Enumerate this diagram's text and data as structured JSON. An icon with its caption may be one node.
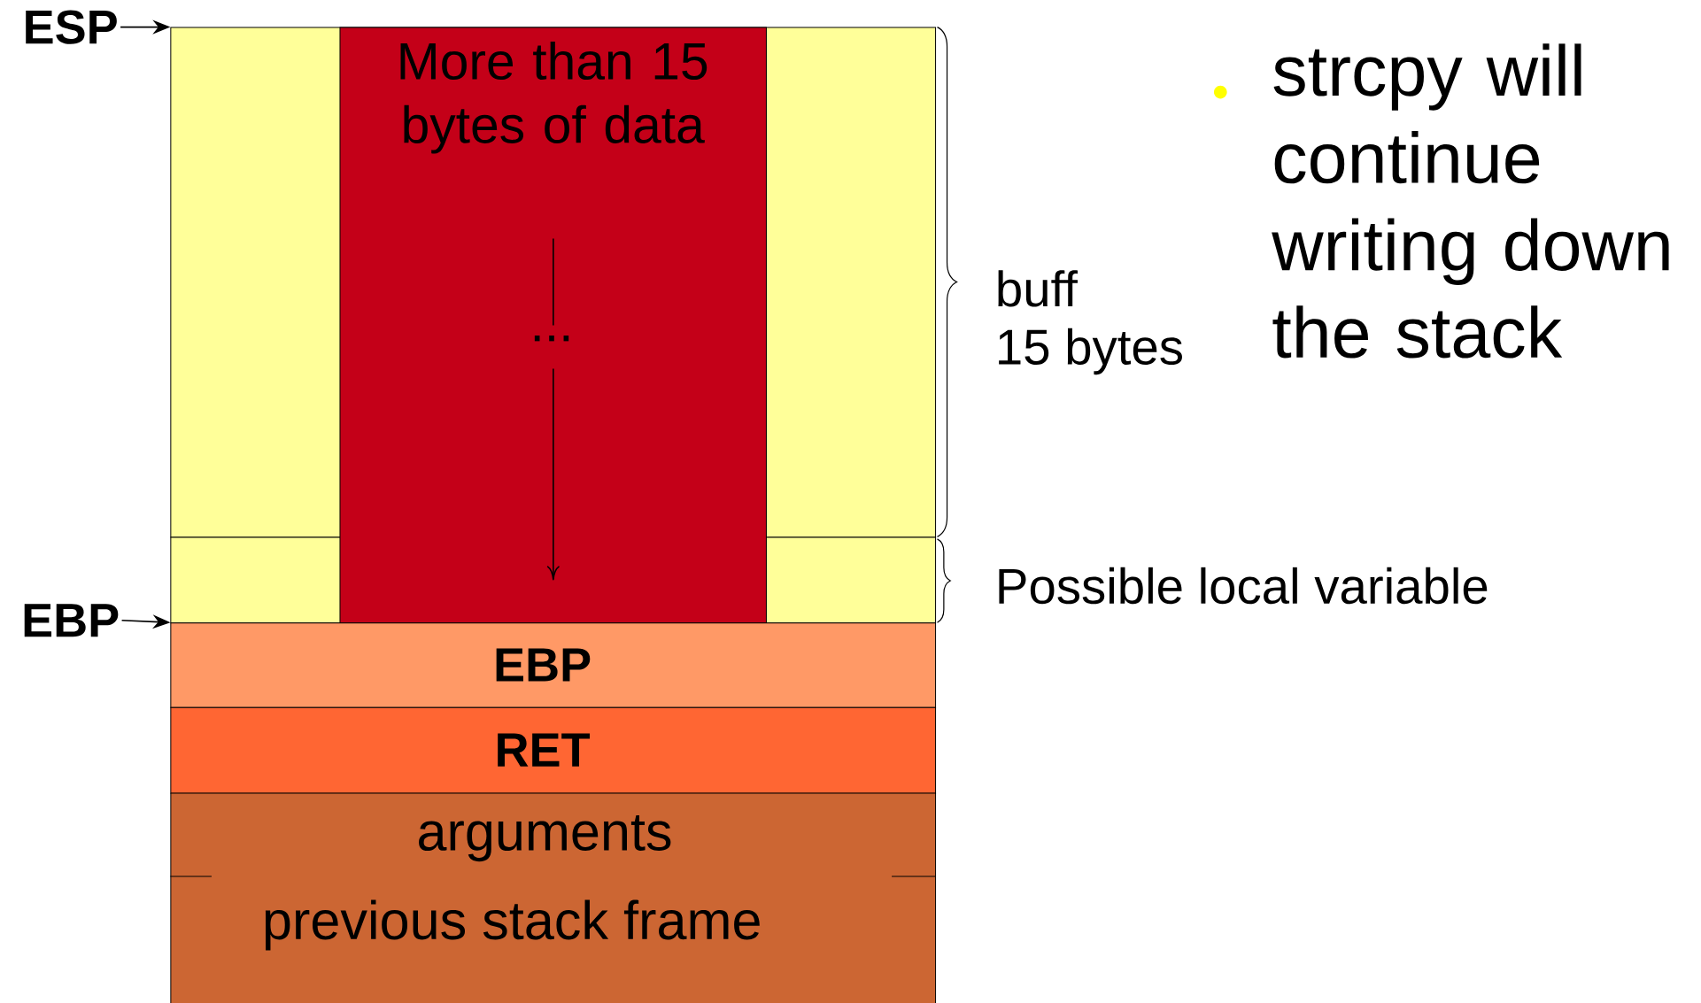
{
  "diagram": {
    "nodes": [
      {
        "text": [
          "ESP"
        ]
      },
      {
        "text": [
          "EBP"
        ]
      },
      {
        "text": [],
        "shape": "box",
        "beside": [
          "buff",
          "15 bytes"
        ]
      },
      {
        "text": [],
        "shape": "box",
        "beside": [
          "Possible local variable"
        ]
      },
      {
        "text": [
          "More than 15 bytes of data",
          "..."
        ]
      },
      {
        "text": [
          "EBP"
        ]
      },
      {
        "text": [
          "RET"
        ]
      },
      {
        "text": [
          "arguments",
          "previous stack frame"
        ]
      }
    ],
    "edges": [
      {
        "from": 0,
        "to": 2,
        "arrow": "to"
      },
      {
        "from": 1,
        "to": 5,
        "arrow": "to"
      }
    ],
    "labels": [
      "strcpy will continue writing down the stack"
    ]
  }
}
